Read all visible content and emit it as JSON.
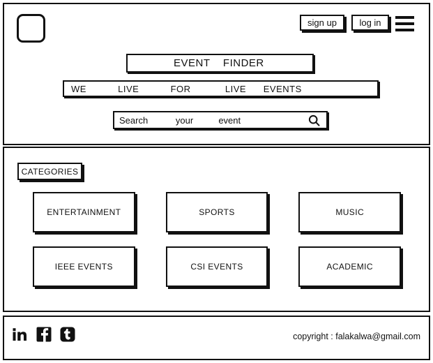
{
  "header": {
    "logo": {
      "name": "logo-placeholder"
    },
    "signup_label": "sign up",
    "login_label": "log in",
    "menu_icon": "hamburger-menu-icon"
  },
  "hero": {
    "title": "EVENT    FINDER",
    "tagline": "WE           LIVE           FOR            LIVE      EVENTS",
    "search": {
      "placeholder": "Search           your          event",
      "value": "",
      "icon": "search-icon"
    }
  },
  "categories": {
    "label": "CATEGORIES",
    "rows": [
      [
        {
          "label": "ENTERTAINMENT"
        },
        {
          "label": "SPORTS"
        },
        {
          "label": "MUSIC"
        }
      ],
      [
        {
          "label": "IEEE EVENTS"
        },
        {
          "label": "CSI EVENTS"
        },
        {
          "label": "ACADEMIC"
        }
      ]
    ]
  },
  "footer": {
    "social": [
      {
        "name": "linkedin-icon",
        "glyph": "in"
      },
      {
        "name": "facebook-icon",
        "glyph": "f"
      },
      {
        "name": "tumblr-icon",
        "glyph": "t"
      }
    ],
    "copyright": "copyright : falakalwa@gmail.com"
  },
  "colors": {
    "ink": "#111111",
    "paper": "#ffffff"
  }
}
